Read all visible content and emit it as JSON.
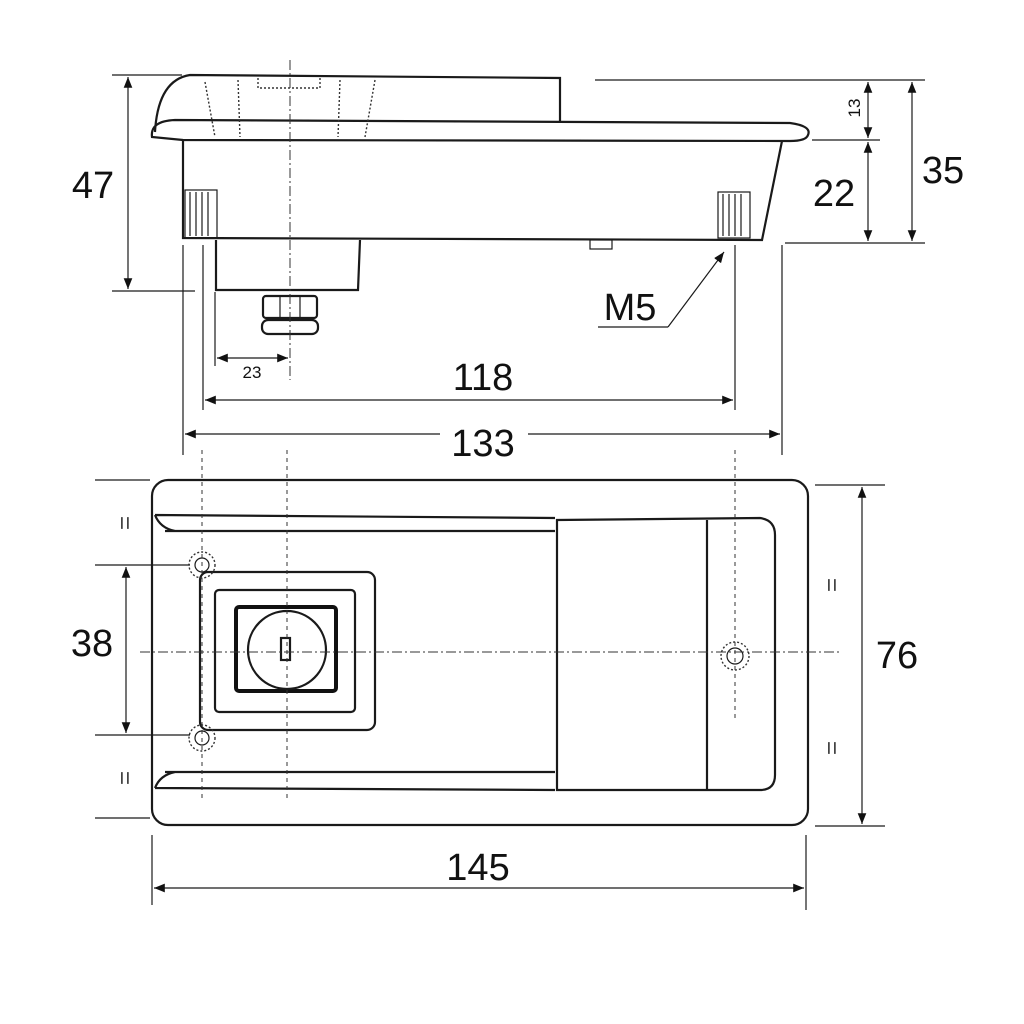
{
  "dimensions": {
    "height_total": "47",
    "flange_height": "13",
    "overall_depth": "35",
    "body_depth": "22",
    "thread": "M5",
    "lock_offset": "23",
    "hole_spacing": "118",
    "body_length": "133",
    "hole_spacing_vertical": "38",
    "overall_width": "76",
    "overall_length": "145"
  },
  "symmetry_mark": "="
}
